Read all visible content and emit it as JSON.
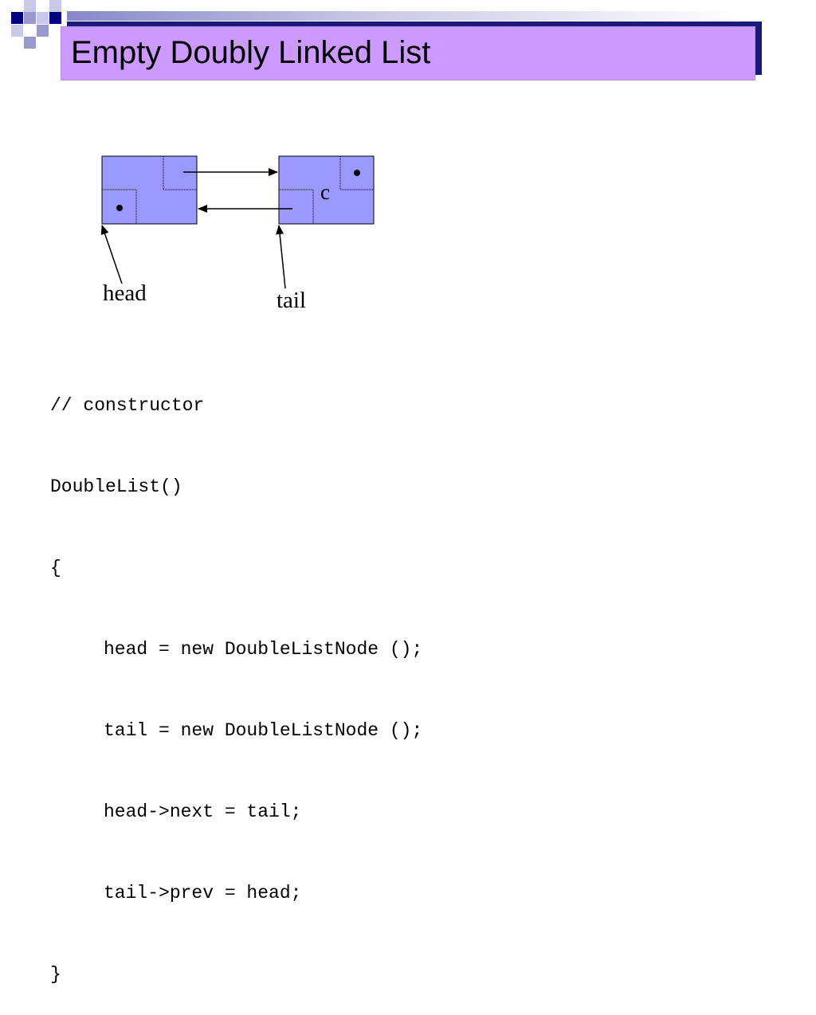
{
  "slide": {
    "title": "Empty Doubly Linked List"
  },
  "diagram": {
    "node_fill": "#9999ff",
    "head_label": "head",
    "tail_label": "tail",
    "sentinel_label": "c"
  },
  "code": {
    "lines": [
      "// constructor",
      "DoubleList()",
      "{",
      "head = new DoubleListNode ();",
      "tail = new DoubleListNode ();",
      "head->next = tail;",
      "tail->prev = head;",
      "}"
    ]
  },
  "colors": {
    "title_bg": "#cc99ff",
    "title_shadow": "#1a1a78",
    "accent_dark": "#000080",
    "accent_light": "#9999cc"
  }
}
